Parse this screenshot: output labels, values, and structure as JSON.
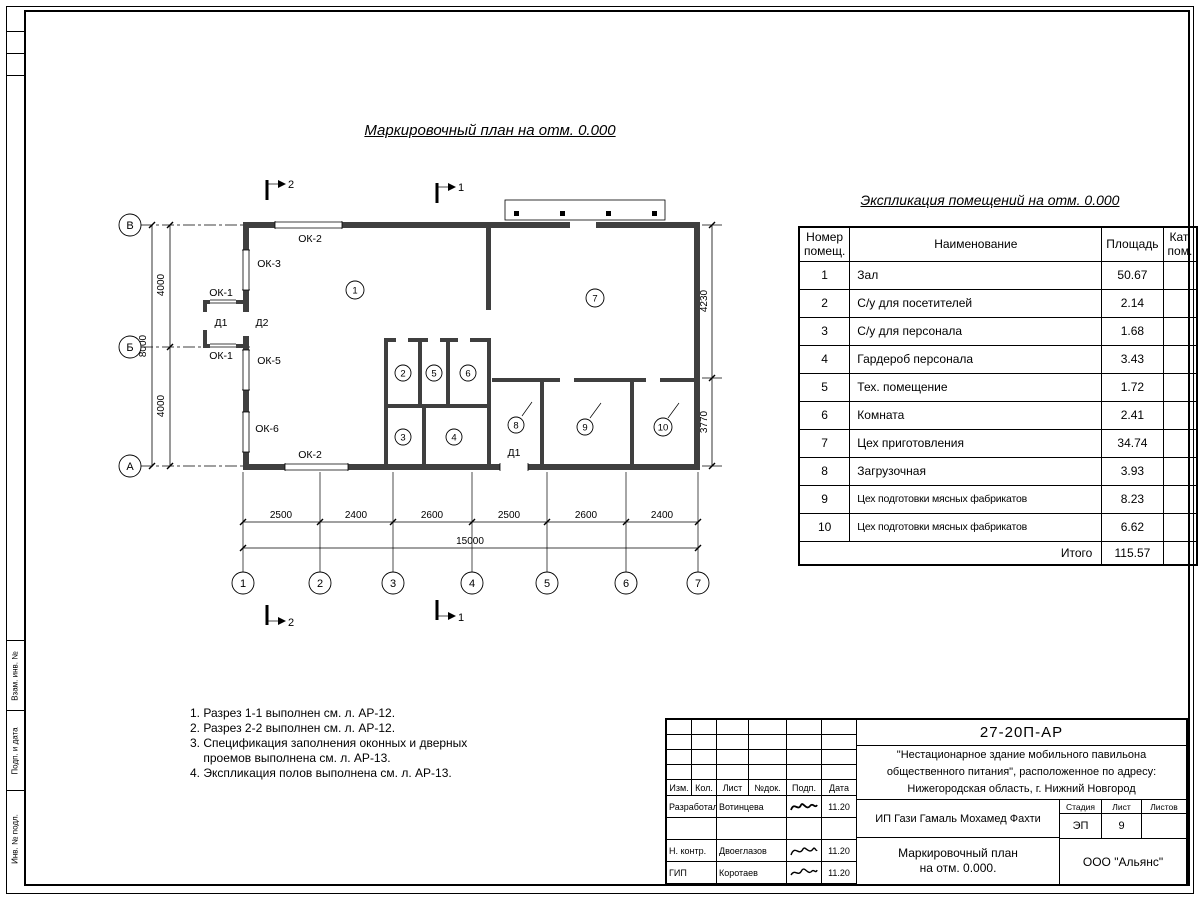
{
  "titles": {
    "plan": "Маркировочный план на отм. 0.000",
    "explication": "Экспликация помещений на отм. 0.000"
  },
  "plan": {
    "axes": {
      "rows": [
        "В",
        "Б",
        "А"
      ],
      "cols": [
        "1",
        "2",
        "3",
        "4",
        "5",
        "6",
        "7"
      ]
    },
    "dims": {
      "left": [
        "4000",
        "4000"
      ],
      "left_total": "8000",
      "right": [
        "4230",
        "3770"
      ],
      "bottom": [
        "2500",
        "2400",
        "2600",
        "2500",
        "2600",
        "2400"
      ],
      "bottom_total": "15000"
    },
    "sections": {
      "s1": "1",
      "s2": "2"
    },
    "openings": {
      "ok2_top": "ОК-2",
      "ok3": "ОК-3",
      "ok1_top": "ОК-1",
      "d1": "Д1",
      "d2": "Д2",
      "ok1_bot": "ОК-1",
      "ok5": "ОК-5",
      "ok6": "ОК-6",
      "ok2_bot": "ОК-2",
      "d1_right": "Д1"
    },
    "rooms": [
      "1",
      "2",
      "3",
      "4",
      "5",
      "6",
      "7",
      "8",
      "9",
      "10"
    ]
  },
  "explication": {
    "headers": {
      "num": "Номер помещ.",
      "name": "Наименование",
      "area": "Площадь",
      "cat": "Кат. пом."
    },
    "rows": [
      {
        "num": "1",
        "name": "Зал",
        "area": "50.67"
      },
      {
        "num": "2",
        "name": "С/у для посетителей",
        "area": "2.14"
      },
      {
        "num": "3",
        "name": "С/у для персонала",
        "area": "1.68"
      },
      {
        "num": "4",
        "name": "Гардероб персонала",
        "area": "3.43"
      },
      {
        "num": "5",
        "name": "Тех. помещение",
        "area": "1.72"
      },
      {
        "num": "6",
        "name": "Комната",
        "area": "2.41"
      },
      {
        "num": "7",
        "name": "Цех приготовления",
        "area": "34.74"
      },
      {
        "num": "8",
        "name": "Загрузочная",
        "area": "3.93"
      },
      {
        "num": "9",
        "name": "Цех подготовки мясных фабрикатов",
        "area": "8.23"
      },
      {
        "num": "10",
        "name": "Цех подготовки мясных фабрикатов",
        "area": "6.62"
      }
    ],
    "total_label": "Итого",
    "total_value": "115.57"
  },
  "notes": [
    "1. Разрез 1-1 выполнен см. л. АР-12.",
    "2. Разрез 2-2 выполнен см. л. АР-12.",
    "3. Спецификация заполнения оконных и дверных\n    проемов выполнена см. л. АР-13.",
    "4. Экспликация полов выполнена см. л. АР-13."
  ],
  "side": [
    "Взам. инв. №",
    "Подп. и дата",
    "Инв. № подл."
  ],
  "titleblock": {
    "doc_number": "27-20П-АР",
    "project_line1": "\"Нестационарное здание мобильного павильона",
    "project_line2": "общественного питания\", расположенное по адресу:",
    "project_line3": "Нижегородская область, г. Нижний Новгород",
    "cols": {
      "izm": "Изм.",
      "kol": "Кол.",
      "list": "Лист",
      "doc": "№док.",
      "podp": "Подп.",
      "data": "Дата"
    },
    "rows": [
      {
        "role": "Разработал",
        "name": "Вотинцева",
        "date": "11.20"
      },
      {
        "role": "Н. контр.",
        "name": "Двоеглазов",
        "date": "11.20"
      },
      {
        "role": "ГИП",
        "name": "Коротаев",
        "date": "11.20"
      }
    ],
    "client": "ИП Гази Гамаль Мохамед Фахти",
    "stage_label": "Стадия",
    "sheet_label": "Лист",
    "sheets_label": "Листов",
    "stage": "ЭП",
    "sheet": "9",
    "sheets": "",
    "sheet_title_line1": "Маркировочный план",
    "sheet_title_line2": "на отм. 0.000.",
    "company": "ООО \"Альянс\""
  }
}
